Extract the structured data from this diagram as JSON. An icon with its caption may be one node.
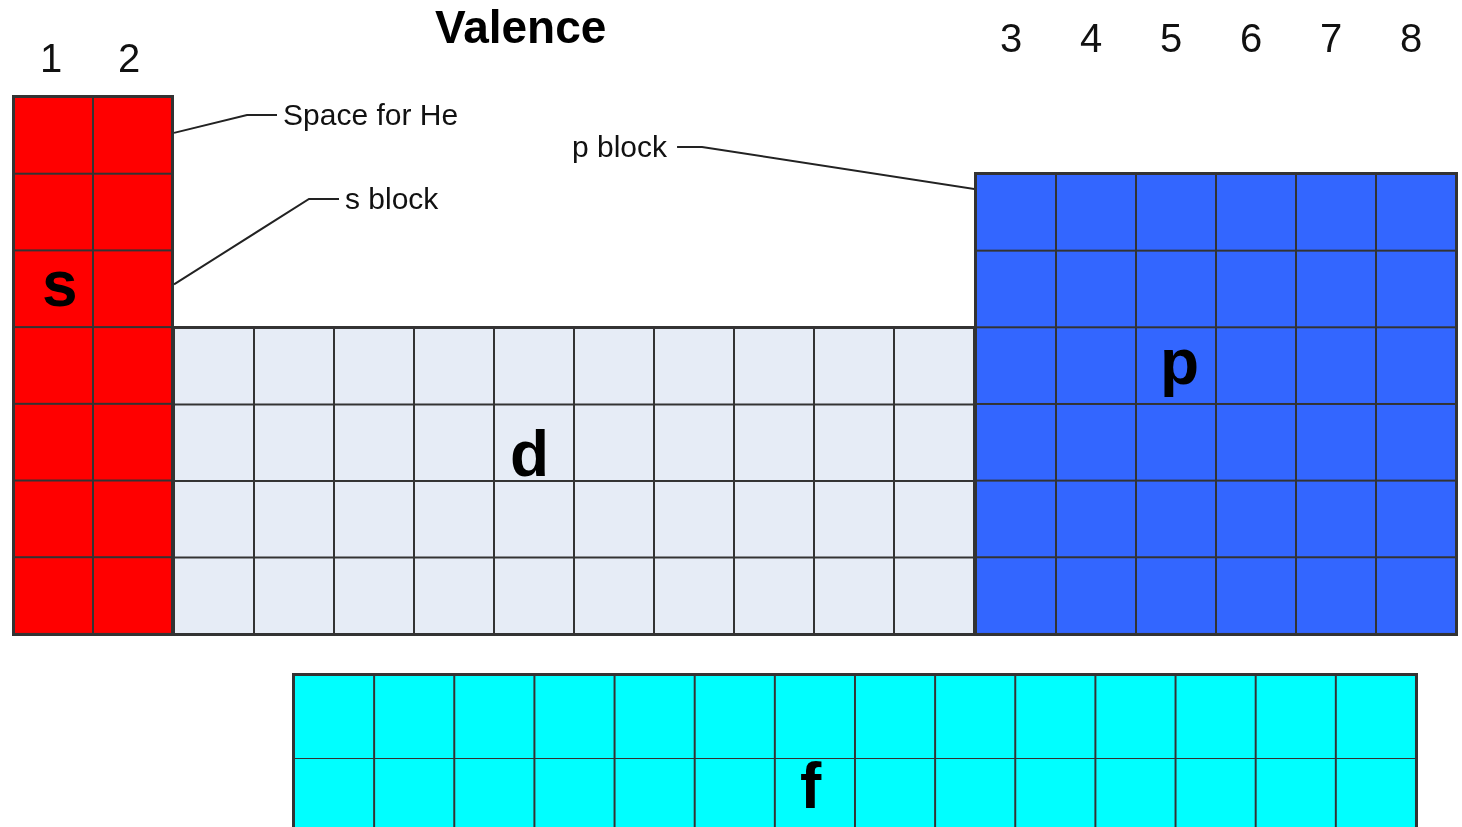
{
  "diagram": {
    "title": "Valence",
    "nodes": [
      {
        "text": [
          "s"
        ]
      },
      {
        "text": [
          "Space for He"
        ]
      },
      {
        "text": [
          "p block"
        ]
      },
      {
        "text": [
          "s block"
        ]
      },
      {
        "text": [
          "p"
        ]
      },
      {
        "text": [
          "d"
        ]
      },
      {
        "text": [
          "f"
        ]
      }
    ],
    "edges": [
      {
        "from": 1,
        "to": 0,
        "arrow": "none"
      },
      {
        "from": 3,
        "to": 0,
        "arrow": "none"
      },
      {
        "from": 2,
        "to": 4,
        "arrow": "none"
      }
    ],
    "labels": [
      "1",
      "2",
      "3",
      "4",
      "5",
      "6",
      "7",
      "8"
    ]
  }
}
